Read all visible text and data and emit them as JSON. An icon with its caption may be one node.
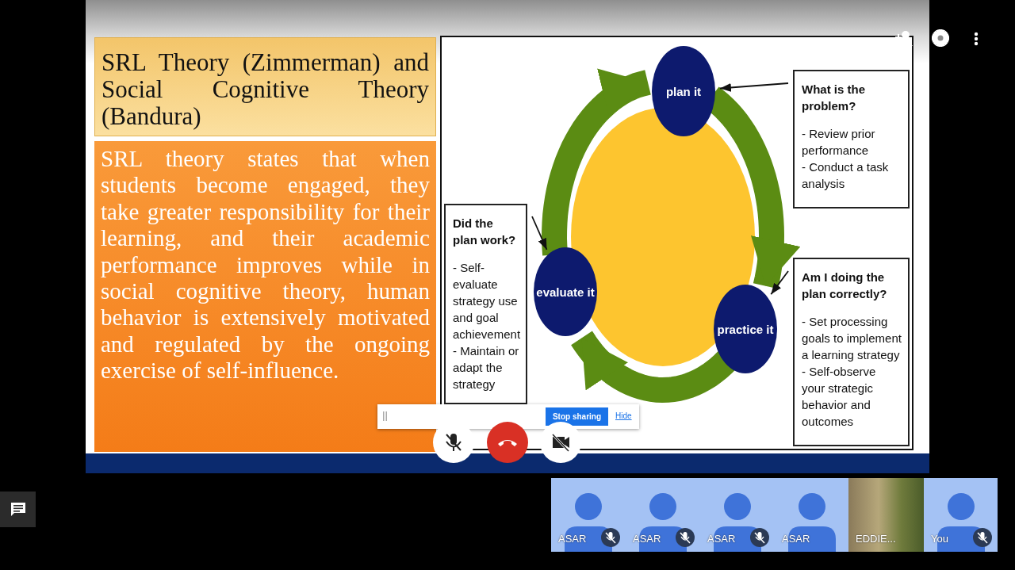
{
  "diagram": {
    "nodes": [
      {
        "text": [
          "SRL Theory (Zimmerman) and Social Cognitive Theory (Bandura)"
        ]
      },
      {
        "text": [
          "SRL theory states that when students become engaged, they take greater responsibility for their learning, and their academic performance improves while in social cognitive theory, human behavior is extensively motivated and regulated by the ongoing exercise of self-influence."
        ]
      },
      {
        "text": [
          "plan it"
        ]
      },
      {
        "text": [
          "practice it"
        ]
      },
      {
        "text": [
          "evaluate it"
        ]
      },
      {
        "text": [
          "What is the problem?",
          "- Review prior performance",
          "- Conduct a task analysis"
        ]
      },
      {
        "text": [
          "Am I doing the plan correctly?",
          "- Set processing goals to implement a learning strategy",
          "- Self-observe your strategic behavior and outcomes"
        ]
      },
      {
        "text": [
          "Did the plan work?",
          "- Self-evaluate strategy use and goal achievement",
          "- Maintain or adapt the strategy"
        ]
      }
    ],
    "edges": [
      {
        "from": 5,
        "to": 2,
        "arrow": "to"
      },
      {
        "from": 6,
        "to": 3,
        "arrow": "to"
      },
      {
        "from": 7,
        "to": 4,
        "arrow": "to"
      },
      {
        "from": 2,
        "to": 3,
        "arrow": "to",
        "style": "thick",
        "color": "#5b8c13"
      },
      {
        "from": 3,
        "to": 4,
        "arrow": "to",
        "style": "thick",
        "color": "#5b8c13"
      },
      {
        "from": 4,
        "to": 2,
        "arrow": "to",
        "style": "thick",
        "color": "#5b8c13"
      }
    ],
    "labels": [
      "Stop sharing",
      "Hide",
      "ASAR",
      "ASAR",
      "ASAR",
      "ASAR",
      "EDDIE...",
      "You"
    ]
  }
}
